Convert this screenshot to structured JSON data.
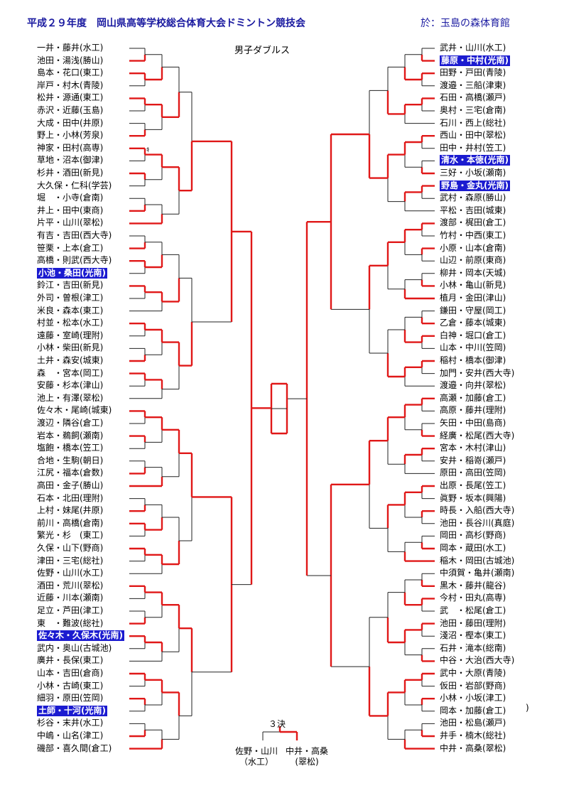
{
  "header": {
    "title": "平成２９年度　岡山県高等学校総合体育大会ドミントン競技会",
    "venue": "於：玉島の森体育館",
    "subtitle": "男子ダブルス"
  },
  "left_entries": [
    {
      "text": "一井・藤井(水工)"
    },
    {
      "text": "池田・湯浅(勝山)"
    },
    {
      "text": "島本・花口(東工)"
    },
    {
      "text": "岸戸・村木(青陵)"
    },
    {
      "text": "松井・源通(東工)"
    },
    {
      "text": "赤沢・近藤(玉島)"
    },
    {
      "text": "大成・田中(井原)"
    },
    {
      "text": "野上・小林(芳泉)"
    },
    {
      "text": "神家・田村(高専)"
    },
    {
      "text": "草地・沼本(御津)"
    },
    {
      "text": "杉井・酒田(新見)"
    },
    {
      "text": "大久保・仁科(学芸)"
    },
    {
      "text": "堀　・小寺(倉南)"
    },
    {
      "text": "井上・田中(東商)"
    },
    {
      "text": "片平・山川(翠松)"
    },
    {
      "text": "有吉・吉田(西大寺)"
    },
    {
      "text": "笹栗・上本(倉工)"
    },
    {
      "text": "高橋・則武(西大寺)"
    },
    {
      "text": "小池・桑田(光南)",
      "highlight": true
    },
    {
      "text": "鈴江・吉田(新見)"
    },
    {
      "text": "外司・曽根(津工)"
    },
    {
      "text": "米良・森本(東工)"
    },
    {
      "text": "村並・松本(水工)"
    },
    {
      "text": "遠藤・室崎(理附)"
    },
    {
      "text": "小林・柴田(新見)"
    },
    {
      "text": "土井・森安(城東)"
    },
    {
      "text": "森　・宮本(岡工)"
    },
    {
      "text": "安藤・杉本(津山)"
    },
    {
      "text": "池上・有澤(翠松)"
    },
    {
      "text": "佐々木・尾崎(城東)"
    },
    {
      "text": "渡辺・隣谷(倉工)"
    },
    {
      "text": "岩本・鵜飼(瀬南)"
    },
    {
      "text": "塩飽・橋本(笠工)"
    },
    {
      "text": "合地・生駒(朝日)"
    },
    {
      "text": "江尻・福本(倉数)"
    },
    {
      "text": "高田・金子(勝山)"
    },
    {
      "text": "石本・北田(理附)"
    },
    {
      "text": "上村・妹尾(井原)"
    },
    {
      "text": "前川・高橋(倉南)"
    },
    {
      "text": "繁光・杉　(東工)"
    },
    {
      "text": "久保・山下(野商)"
    },
    {
      "text": "津田・三宅(総社)"
    },
    {
      "text": "佐野・山川(水工)"
    },
    {
      "text": "酒田・荒川(翠松)"
    },
    {
      "text": "近藤・川本(瀬南)"
    },
    {
      "text": "足立・芦田(津工)"
    },
    {
      "text": "東　・難波(総社)"
    },
    {
      "text": "佐々木・久保木(光南)",
      "highlight": true
    },
    {
      "text": "武内・奥山(古城池)"
    },
    {
      "text": "廣井・長保(東工)"
    },
    {
      "text": "山本・吉田(倉商)"
    },
    {
      "text": "小林・古崎(東工)"
    },
    {
      "text": "細羽・原田(笠岡)"
    },
    {
      "text": "土師・十河(光南)",
      "highlight": true
    },
    {
      "text": "杉谷・末井(水工)"
    },
    {
      "text": "中嶋・山名(津工)"
    },
    {
      "text": "磯部・喜久間(倉工)"
    }
  ],
  "right_entries": [
    {
      "text": "武井・山川(水工)"
    },
    {
      "text": "藤原・中村(光南)",
      "highlight": true
    },
    {
      "text": "田野・戸田(青陵)"
    },
    {
      "text": "渡邉・三船(津東)"
    },
    {
      "text": "石田・高橋(瀬戸)"
    },
    {
      "text": "奥村・三宅(倉南)"
    },
    {
      "text": "石川・西上(総社)"
    },
    {
      "text": "西山・田中(翠松)"
    },
    {
      "text": "田中・井村(笠工)"
    },
    {
      "text": "清水・本徳(光南)",
      "highlight": true
    },
    {
      "text": "三好・小坂(瀬南)"
    },
    {
      "text": "野島・金丸(光南)",
      "highlight": true
    },
    {
      "text": "武村・森原(勝山)"
    },
    {
      "text": "平松・吉田(城東)"
    },
    {
      "text": "渡部・梶田(倉工)"
    },
    {
      "text": "竹村・中西(東工)"
    },
    {
      "text": "小原・山本(倉南)"
    },
    {
      "text": "山辺・前原(東商)"
    },
    {
      "text": "柳井・岡本(天城)"
    },
    {
      "text": "小林・亀山(新見)"
    },
    {
      "text": "植月・金田(津山)"
    },
    {
      "text": "鎌田・守屋(岡工)"
    },
    {
      "text": "乙倉・藤本(城東)"
    },
    {
      "text": "白神・堀口(倉工)"
    },
    {
      "text": "山本・中川(笠岡)"
    },
    {
      "text": "稲村・橋本(御津)"
    },
    {
      "text": "加門・安井(西大寺)"
    },
    {
      "text": "渡邉・向井(翠松)"
    },
    {
      "text": "高瀬・加藤(倉工)"
    },
    {
      "text": "高原・藤井(理附)"
    },
    {
      "text": "矢田・中田(島商)"
    },
    {
      "text": "経廣・松尾(西大寺)"
    },
    {
      "text": "宮本・木村(津山)"
    },
    {
      "text": "安井・稲嵜(瀬戸)"
    },
    {
      "text": "原田・高田(笠岡)"
    },
    {
      "text": "出原・長尾(笠工)"
    },
    {
      "text": "眞野・坂本(興陽)"
    },
    {
      "text": "時長・入船(西大寺)"
    },
    {
      "text": "池田・長谷川(真庭)"
    },
    {
      "text": "岡田・高杉(野商)"
    },
    {
      "text": "岡本・蔵田(水工)"
    },
    {
      "text": "稲木・岡田(古城池)"
    },
    {
      "text": "中須賀・亀井(瀬南)"
    },
    {
      "text": "黒木・藤井(龍谷)"
    },
    {
      "text": "今村・田丸(高専)"
    },
    {
      "text": "武　・松尾(倉工)"
    },
    {
      "text": "池田・藤田(理附)"
    },
    {
      "text": "淺沼・樫本(東工)"
    },
    {
      "text": "石井・滝本(総南)"
    },
    {
      "text": "中谷・大治(西大寺)"
    },
    {
      "text": "武中・大原(青陵)"
    },
    {
      "text": "仮田・岩部(野商)"
    },
    {
      "text": "小林・小坂(津工)"
    },
    {
      "text": "岡本・加藤(倉工)"
    },
    {
      "text": "池田・松島(瀬戸)"
    },
    {
      "text": "井手・楠木(総社)"
    },
    {
      "text": "中井・高桑(翠松)"
    }
  ],
  "third_place": {
    "label": "３決",
    "left_name": "佐野・山川",
    "left_school": "（水工）",
    "right_name": "中井・高桑",
    "right_school": "(翠松)"
  },
  "annotations": {
    "small_mark": "ｷ",
    "stray_paren": ")"
  }
}
